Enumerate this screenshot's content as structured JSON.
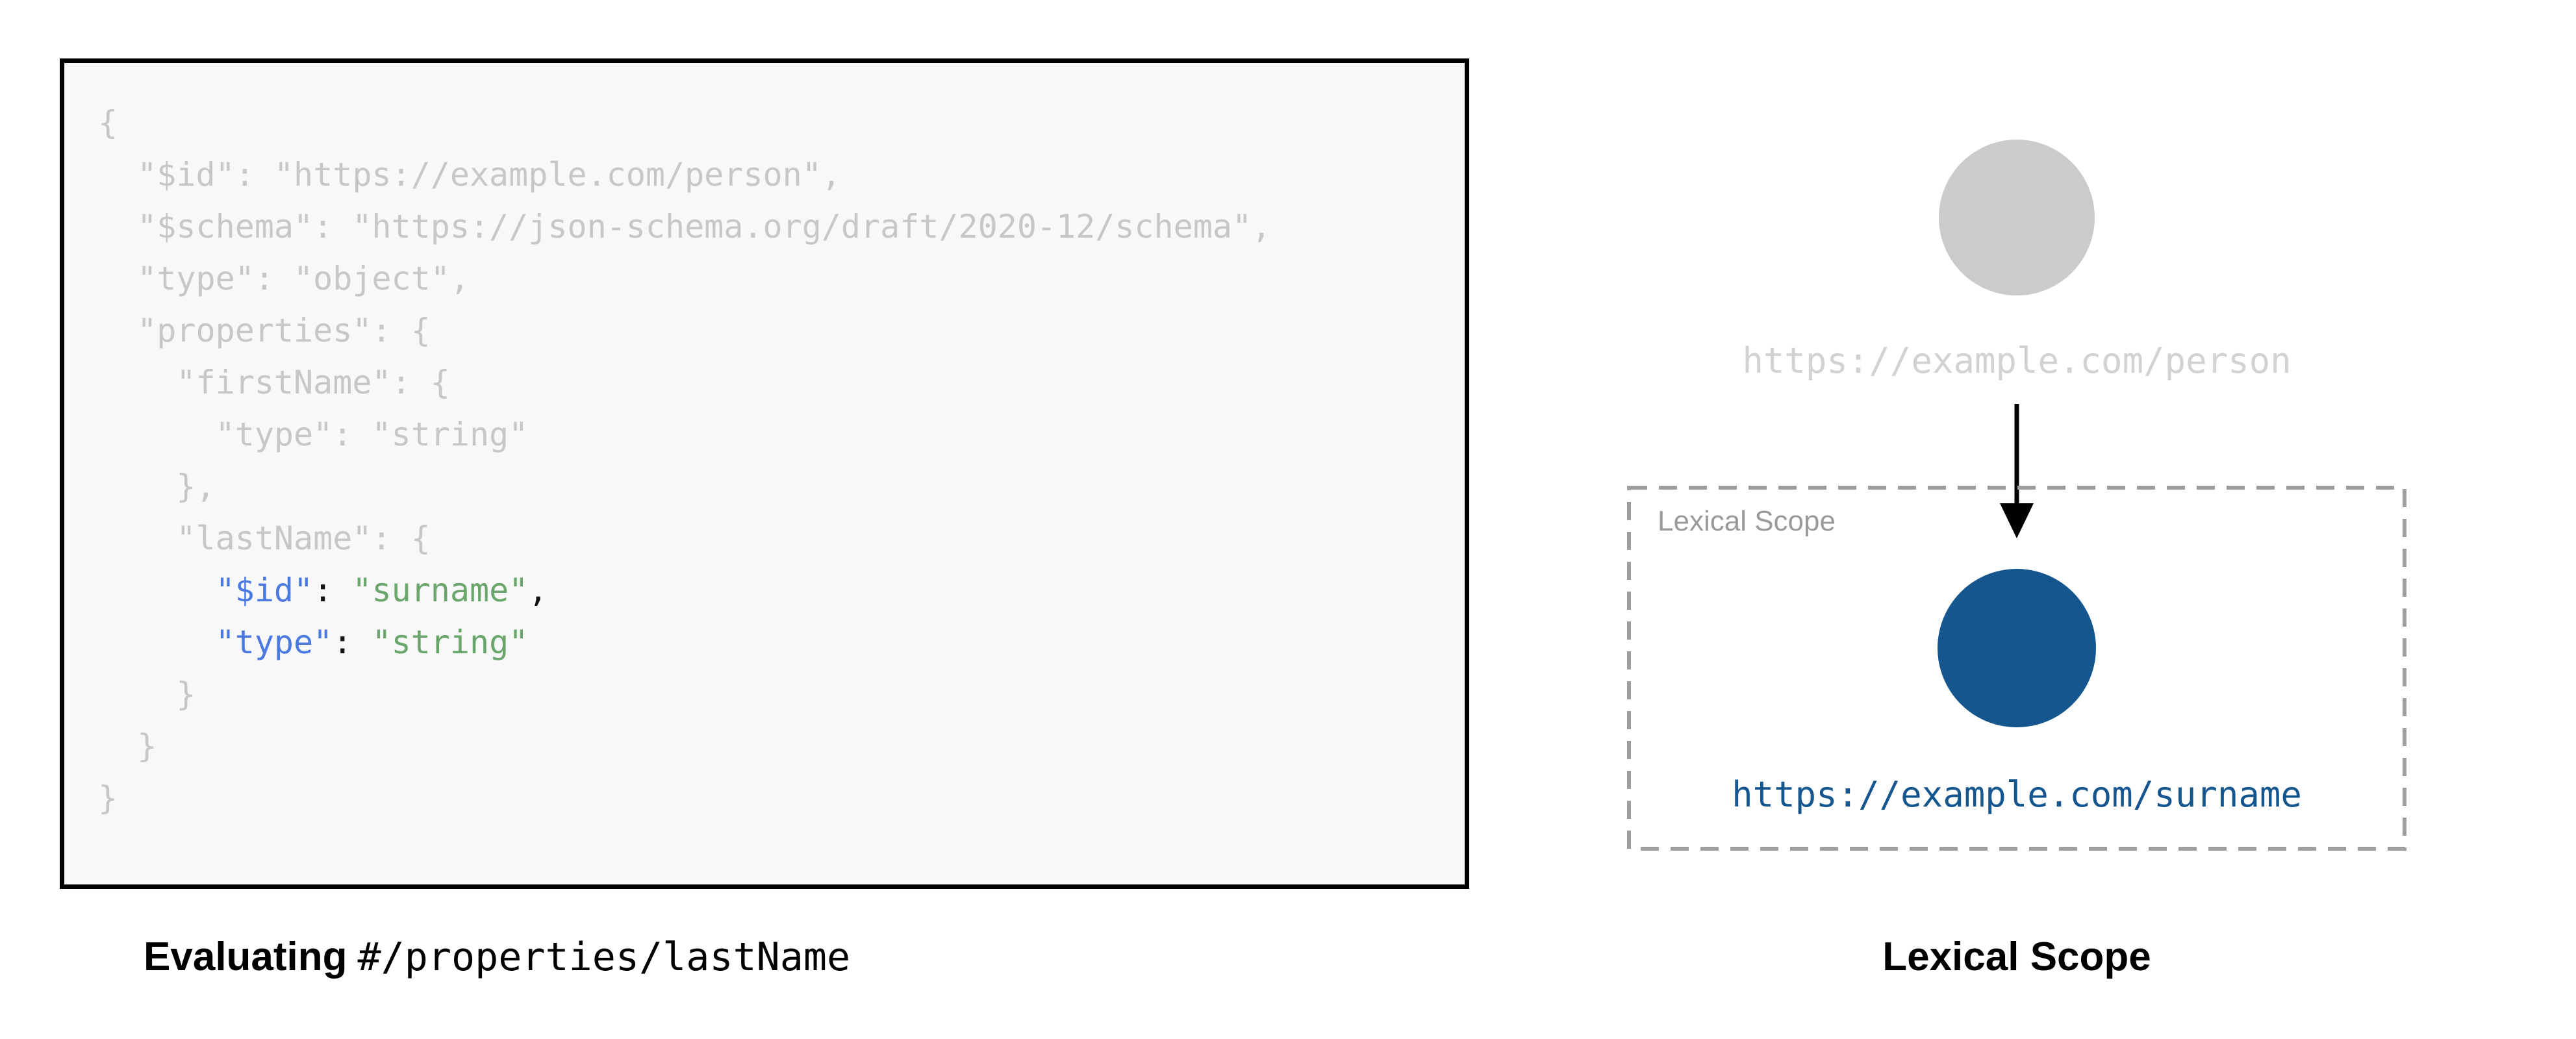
{
  "colors": {
    "panel-bg": "#f8f8f8",
    "panel-border": "#000000",
    "code-dim": "#c7c7c7",
    "code-key": "#4a79e2",
    "code-str": "#6aa56b",
    "code-punct": "#111111",
    "node-gray": "#cbcbcb",
    "uri-gray": "#d2d2d2",
    "node-blue": "#15568f",
    "scope-label": "#9a9a9a",
    "dash": "#9e9e9e",
    "caption": "#000000"
  },
  "code": {
    "lines": [
      [
        {
          "t": "{",
          "c": "dim"
        }
      ],
      [
        {
          "t": "  \"$id\": \"https://example.com/person\",",
          "c": "dim"
        }
      ],
      [
        {
          "t": "  \"$schema\": \"https://json-schema.org/draft/2020-12/schema\",",
          "c": "dim"
        }
      ],
      [
        {
          "t": "  \"type\": \"object\",",
          "c": "dim"
        }
      ],
      [
        {
          "t": "  \"properties\": {",
          "c": "dim"
        }
      ],
      [
        {
          "t": "    \"firstName\": {",
          "c": "dim"
        }
      ],
      [
        {
          "t": "      \"type\": \"string\"",
          "c": "dim"
        }
      ],
      [
        {
          "t": "    },",
          "c": "dim"
        }
      ],
      [
        {
          "t": "    \"lastName\": {",
          "c": "dim"
        }
      ],
      [
        {
          "t": "      ",
          "c": "dim"
        },
        {
          "t": "\"$id\"",
          "c": "key"
        },
        {
          "t": ": ",
          "c": "punct"
        },
        {
          "t": "\"surname\"",
          "c": "str"
        },
        {
          "t": ",",
          "c": "punct"
        }
      ],
      [
        {
          "t": "      ",
          "c": "dim"
        },
        {
          "t": "\"type\"",
          "c": "key"
        },
        {
          "t": ": ",
          "c": "punct"
        },
        {
          "t": "\"string\"",
          "c": "str"
        }
      ],
      [
        {
          "t": "    }",
          "c": "dim"
        }
      ],
      [
        {
          "t": "  }",
          "c": "dim"
        }
      ],
      [
        {
          "t": "}",
          "c": "dim"
        }
      ]
    ]
  },
  "right_panel": {
    "person_uri": "https://example.com/person",
    "scope_label": "Lexical Scope",
    "surname_uri": "https://example.com/surname"
  },
  "captions": {
    "left_bold": "Evaluating",
    "left_pointer": "#/properties/lastName",
    "right": "Lexical Scope"
  }
}
